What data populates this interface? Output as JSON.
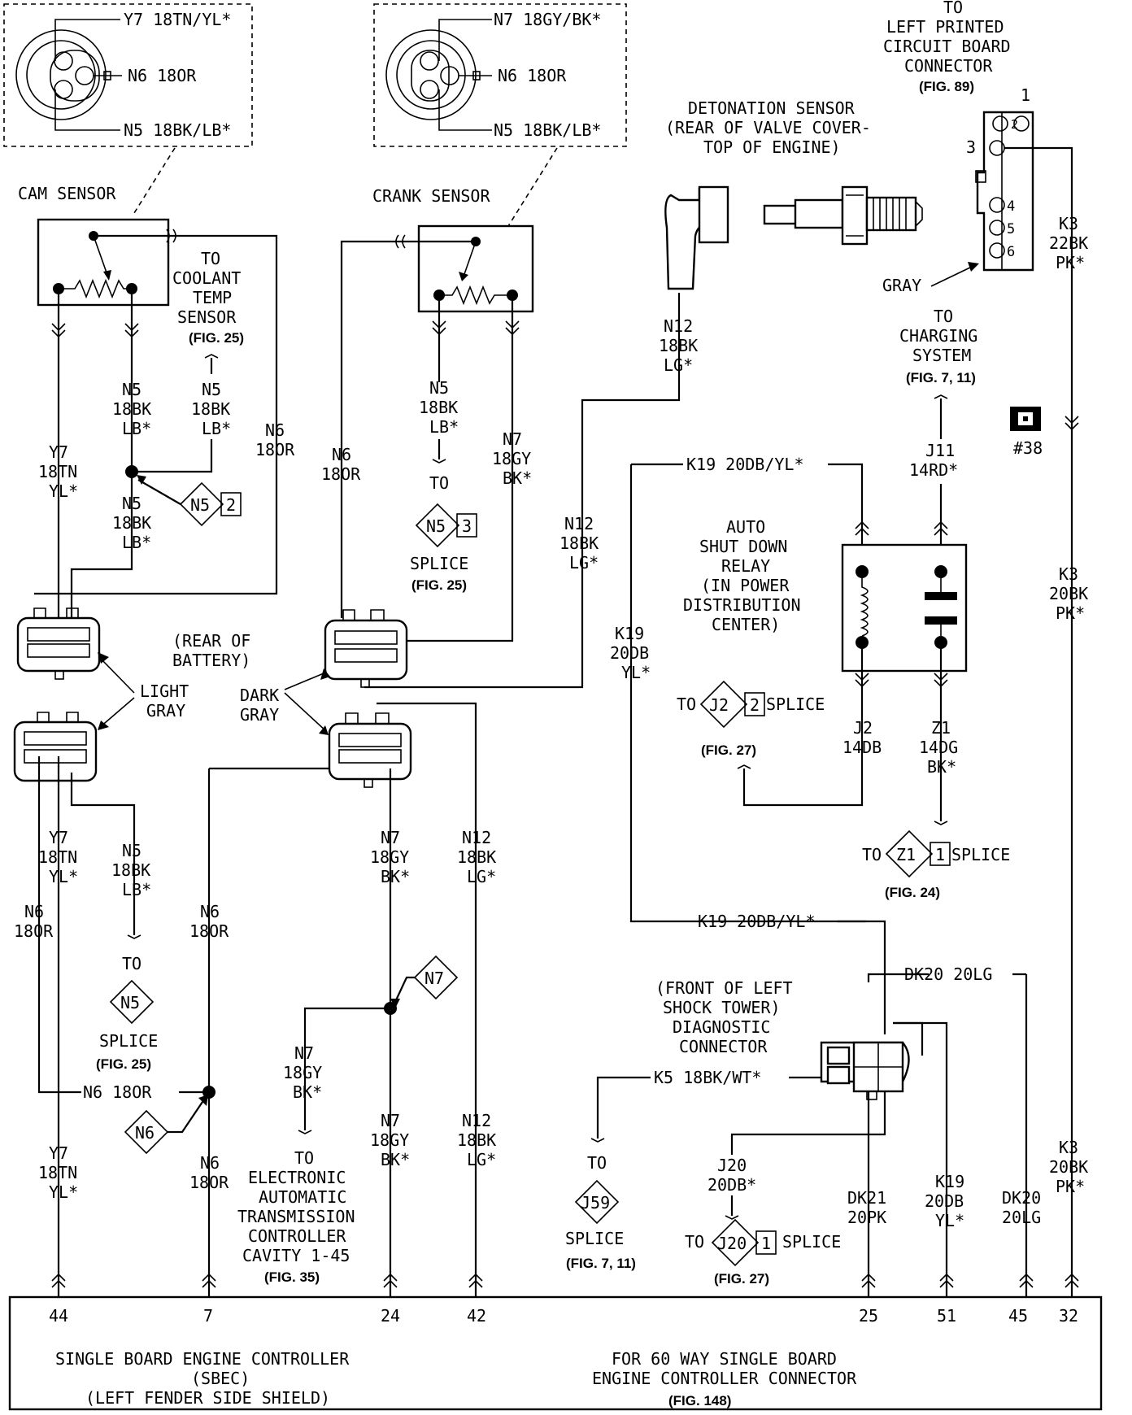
{
  "cam_sensor": {
    "title": "CAM SENSOR",
    "pin_y7": "Y7 18TN/YL*",
    "pin_n6": "N6 18OR",
    "pin_n5": "N5 18BK/LB*"
  },
  "crank_sensor": {
    "title": "CRANK SENSOR",
    "pin_n7": "N7 18GY/BK*",
    "pin_n6": "N6 18OR",
    "pin_n5": "N5 18BK/LB*"
  },
  "printed_circuit": {
    "l1": "TO",
    "l2": "LEFT PRINTED",
    "l3": "CIRCUIT BOARD",
    "l4": "CONNECTOR",
    "fig": "(FIG. 89)",
    "pins": [
      "1",
      "2",
      "3",
      "4",
      "5",
      "6"
    ],
    "gray": "GRAY"
  },
  "detonation": {
    "l1": "DETONATION SENSOR",
    "l2": "(REAR OF VALVE COVER-",
    "l3": "TOP OF ENGINE)"
  },
  "coolant": {
    "l1": "TO",
    "l2": "COOLANT",
    "l3": "TEMP",
    "l4": "SENSOR",
    "fig": "(FIG. 25)"
  },
  "wires": {
    "n5_a": [
      "N5",
      "18BK",
      "LB*"
    ],
    "n5_b": [
      "N5",
      "18BK",
      "LB*"
    ],
    "n5_c": [
      "N5",
      "18BK",
      "LB*"
    ],
    "n5_d": [
      "N5",
      "18BK",
      "LB*"
    ],
    "n5_e": [
      "N5",
      "18BK",
      "LB*"
    ],
    "y7_a": [
      "Y7",
      "18TN",
      "YL*"
    ],
    "y7_b": [
      "Y7",
      "18TN",
      "YL*"
    ],
    "y7_c": [
      "Y7",
      "18TN",
      "YL*"
    ],
    "n6_a": [
      "N6",
      "18OR"
    ],
    "n6_b": [
      "N6",
      "18OR"
    ],
    "n6_c": [
      "N6",
      "18OR"
    ],
    "n6_d": [
      "N6",
      "18OR"
    ],
    "n6_e": [
      "N6",
      "18OR"
    ],
    "n6_f": "N6 18OR",
    "n7_a": [
      "N7",
      "18GY",
      "BK*"
    ],
    "n7_b": [
      "N7",
      "18GY",
      "BK*"
    ],
    "n7_c": [
      "N7",
      "18GY",
      "BK*"
    ],
    "n7_d": [
      "N7",
      "18GY",
      "BK*"
    ],
    "n12_a": [
      "N12",
      "18BK",
      "LG*"
    ],
    "n12_b": [
      "N12",
      "18BK",
      "LG*"
    ],
    "n12_c": [
      "N12",
      "18BK",
      "LG*"
    ],
    "n12_d": [
      "N12",
      "18BK",
      "LG*"
    ],
    "k19_top": "K19 20DB/YL*",
    "k19_mid": "K19 20DB/YL*",
    "k19_v": [
      "K19",
      "20DB",
      "YL*"
    ],
    "k19_bot": [
      "K19",
      "20DB",
      "YL*"
    ],
    "j11": [
      "J11",
      "14RD*"
    ],
    "j2": [
      "J2",
      "14DB"
    ],
    "z1": [
      "Z1",
      "14DG",
      "BK*"
    ],
    "k3_a": [
      "K3",
      "22BK",
      "PK*"
    ],
    "k3_b": [
      "K3",
      "20BK",
      "PK*"
    ],
    "k3_c": [
      "K3",
      "20BK",
      "PK*"
    ],
    "dk20_h": "DK20 20LG",
    "dk20_v": [
      "DK20",
      "20LG"
    ],
    "dk21": [
      "DK21",
      "20PK"
    ],
    "k5": "K5 18BK/WT*",
    "j20": [
      "J20",
      "20DB*"
    ]
  },
  "labels": {
    "rear_battery": [
      "(REAR OF",
      "BATTERY)"
    ],
    "light_gray": [
      "LIGHT",
      "GRAY"
    ],
    "dark_gray": [
      "DARK",
      "GRAY"
    ],
    "charging": [
      "TO",
      "CHARGING",
      "SYSTEM"
    ],
    "charging_fig": "(FIG. 7, 11)",
    "relay": [
      "AUTO",
      "SHUT DOWN",
      "RELAY",
      "(IN POWER",
      "DISTRIBUTION",
      "CENTER)"
    ],
    "diag": [
      "(FRONT OF LEFT",
      "SHOCK TOWER)",
      "DIAGNOSTIC",
      "CONNECTOR"
    ],
    "trans": [
      "TO",
      "ELECTRONIC",
      "AUTOMATIC",
      "TRANSMISSION",
      "CONTROLLER",
      "CAVITY 1-45"
    ],
    "trans_fig": "(FIG. 35)",
    "ground": "#38",
    "to": "TO",
    "splice": "SPLICE",
    "fig25": "(FIG. 25)",
    "fig27": "(FIG. 27)",
    "fig24": "(FIG. 24)",
    "fig711": "(FIG. 7, 11)"
  },
  "splices": {
    "n5_2": {
      "id": "N5",
      "num": "2"
    },
    "n5_3": {
      "id": "N5",
      "num": "3"
    },
    "n5_plain": {
      "id": "N5"
    },
    "n6": {
      "id": "N6"
    },
    "n7": {
      "id": "N7"
    },
    "j2_2": {
      "id": "J2",
      "num": "2"
    },
    "z1_1": {
      "id": "Z1",
      "num": "1"
    },
    "j59": {
      "id": "J59"
    },
    "j20_1": {
      "id": "J20",
      "num": "1"
    }
  },
  "controller": {
    "pins": [
      "44",
      "7",
      "24",
      "42",
      "25",
      "51",
      "45",
      "32"
    ],
    "left": [
      "SINGLE BOARD ENGINE CONTROLLER",
      "(SBEC)",
      "(LEFT FENDER SIDE SHIELD)"
    ],
    "right": [
      "FOR 60 WAY SINGLE BOARD",
      "ENGINE CONTROLLER CONNECTOR"
    ],
    "fig": "(FIG. 148)"
  }
}
